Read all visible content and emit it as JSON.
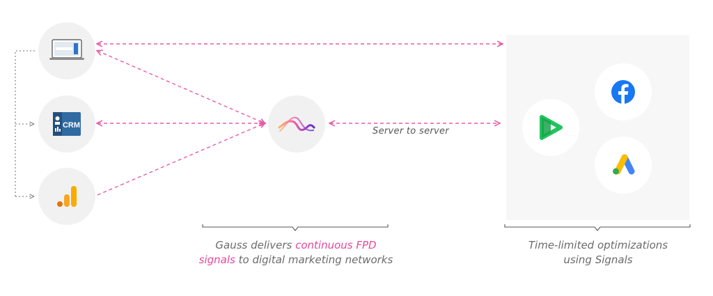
{
  "colors": {
    "accent_pink": "#e85aa9",
    "dotted_gray": "#8a8a8a",
    "node_bg": "#f1f1f1",
    "panel_bg": "#f7f7f7",
    "crm_blue": "#2f6aa3",
    "analytics_orange": "#f6a623",
    "facebook_blue": "#1877f2",
    "play_green": "#21c45d"
  },
  "sources": [
    {
      "id": "website",
      "icon": "browser-window-icon"
    },
    {
      "id": "crm",
      "icon": "crm-icon",
      "text": "CRM"
    },
    {
      "id": "analytics",
      "icon": "analytics-bars-icon"
    }
  ],
  "hub": {
    "icon": "gauss-logo-icon"
  },
  "connection_label": "Server to server",
  "networks": [
    {
      "id": "facebook",
      "icon": "facebook-icon"
    },
    {
      "id": "play",
      "icon": "play-ads-icon"
    },
    {
      "id": "google-ads",
      "icon": "google-ads-icon"
    }
  ],
  "captions": {
    "left": {
      "part1": "Gauss delivers ",
      "highlight1": "continuous FPD",
      "highlight2": "signals",
      "part2": " to digital marketing networks"
    },
    "right": {
      "line1": "Time-limited optimizations",
      "line2": "using Signals"
    }
  }
}
